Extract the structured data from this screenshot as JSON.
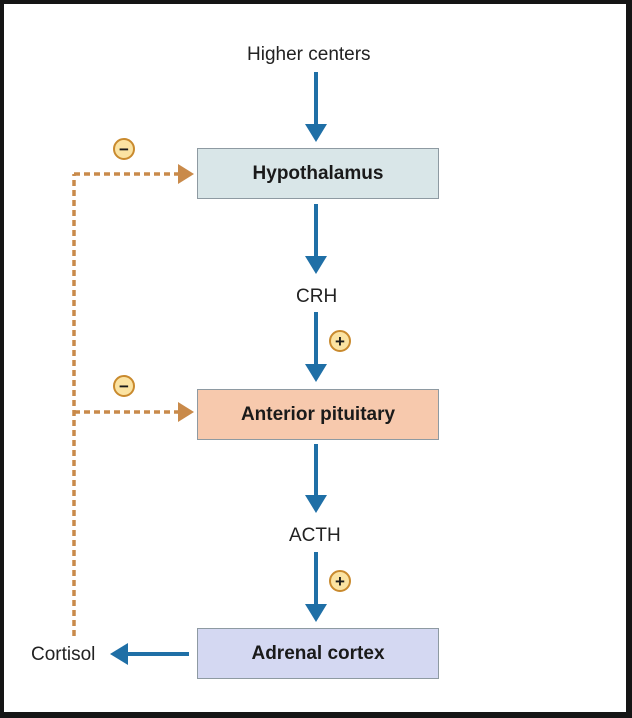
{
  "nodes": {
    "higher_centers": "Higher centers",
    "hypothalamus": "Hypothalamus",
    "crh": "CRH",
    "anterior_pituitary": "Anterior pituitary",
    "acth": "ACTH",
    "adrenal_cortex": "Adrenal cortex",
    "cortisol": "Cortisol"
  },
  "signs": {
    "inhibit": "−",
    "stimulate": "+"
  },
  "colors": {
    "stimulatory_arrow": "#1f6fa6",
    "feedback_arrow": "#c98a4a",
    "hypothalamus_box": "#d9e6e8",
    "pituitary_box": "#f7c9ad",
    "adrenal_box": "#d4d8f2",
    "sign_fill": "#fbe3a2"
  }
}
